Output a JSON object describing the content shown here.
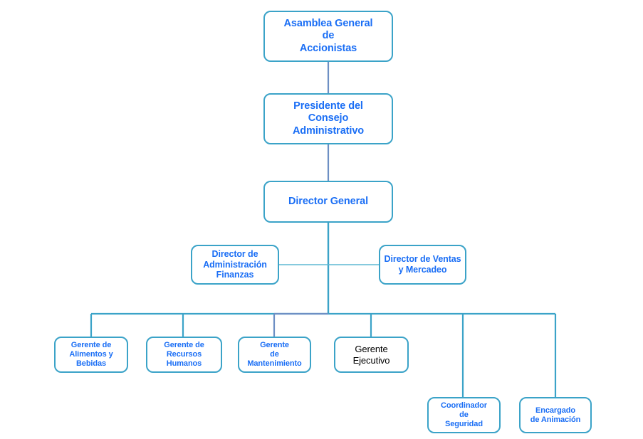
{
  "chart_data": {
    "type": "diagram",
    "diagram_kind": "organizational-chart",
    "title": "",
    "language": "es",
    "colors": {
      "box_border": "#3ba3c8",
      "box_fill": "#ffffff",
      "text_primary": "#1a6ef5",
      "text_alt": "#000000",
      "connector_teal": "#3ba3c8",
      "connector_blue": "#6d8fc4",
      "background": "#ffffff"
    },
    "levels": [
      {
        "level": 1,
        "nodes": [
          "asamblea-general"
        ]
      },
      {
        "level": 2,
        "nodes": [
          "presidente-consejo"
        ]
      },
      {
        "level": 3,
        "nodes": [
          "director-general"
        ]
      },
      {
        "level": 4,
        "nodes": [
          "director-admin-finanzas",
          "director-ventas-mercadeo"
        ]
      },
      {
        "level": 5,
        "nodes": [
          "gerente-alimentos-bebidas",
          "gerente-recursos-humanos",
          "gerente-mantenimiento",
          "gerente-ejecutivo"
        ]
      },
      {
        "level": 6,
        "nodes": [
          "coordinador-seguridad",
          "encargado-animacion"
        ]
      }
    ],
    "edges": [
      {
        "from": "asamblea-general",
        "to": "presidente-consejo"
      },
      {
        "from": "presidente-consejo",
        "to": "director-general"
      },
      {
        "from": "director-general",
        "to": "director-admin-finanzas"
      },
      {
        "from": "director-general",
        "to": "director-ventas-mercadeo"
      },
      {
        "from": "director-general",
        "to": "gerente-alimentos-bebidas"
      },
      {
        "from": "director-general",
        "to": "gerente-recursos-humanos"
      },
      {
        "from": "director-general",
        "to": "gerente-mantenimiento"
      },
      {
        "from": "director-general",
        "to": "gerente-ejecutivo"
      },
      {
        "from": "director-general",
        "to": "coordinador-seguridad"
      },
      {
        "from": "director-general",
        "to": "encargado-animacion"
      }
    ]
  },
  "nodes": {
    "asamblea_general": {
      "label": "Asamblea General\nde\nAccionistas",
      "plain": "Asamblea General de Accionistas"
    },
    "presidente_consejo": {
      "label": "Presidente del\nConsejo\nAdministrativo",
      "plain": "Presidente del Consejo Administrativo"
    },
    "director_general": {
      "label": "Director General",
      "plain": "Director General"
    },
    "director_admin_finanzas": {
      "label": "Director de\nAdministración\nFinanzas",
      "plain": "Director de Administración Finanzas"
    },
    "director_ventas": {
      "label": "Director de Ventas\ny Mercadeo",
      "plain": "Director de Ventas y Mercadeo"
    },
    "gerente_alimentos": {
      "label": "Gerente de\nAlimentos y\nBebidas",
      "plain": "Gerente de Alimentos y Bebidas"
    },
    "gerente_rrhh": {
      "label": "Gerente de\nRecursos Humanos",
      "plain": "Gerente de Recursos Humanos"
    },
    "gerente_mantenimiento": {
      "label": "Gerente\nde\nMantenimiento",
      "plain": "Gerente de Mantenimiento"
    },
    "gerente_ejecutivo": {
      "label": "Gerente Ejecutivo",
      "plain": "Gerente Ejecutivo"
    },
    "coordinador_seguridad": {
      "label": "Coordinador\nde\nSeguridad",
      "plain": "Coordinador de Seguridad"
    },
    "encargado_animacion": {
      "label": "Encargado\nde Animación",
      "plain": "Encargado de Animación"
    }
  }
}
